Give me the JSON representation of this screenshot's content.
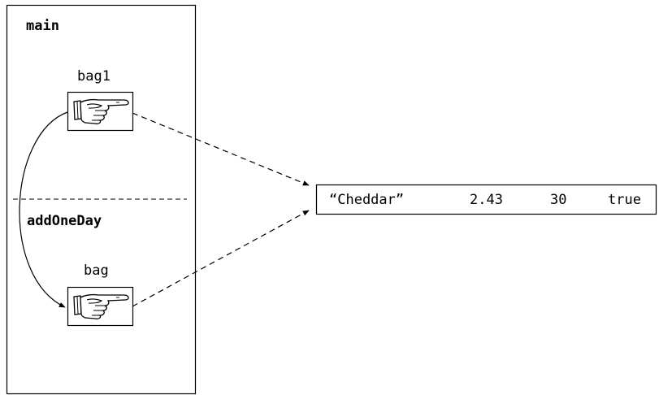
{
  "frames": {
    "outer_label": "main",
    "inner_label": "addOneDay"
  },
  "variables": [
    {
      "name": "bag1",
      "icon": "pointing-hand-icon"
    },
    {
      "name": "bag",
      "icon": "pointing-hand-icon"
    }
  ],
  "object": {
    "fields": [
      "“Cheddar”",
      "2.43",
      "30",
      "true"
    ]
  }
}
